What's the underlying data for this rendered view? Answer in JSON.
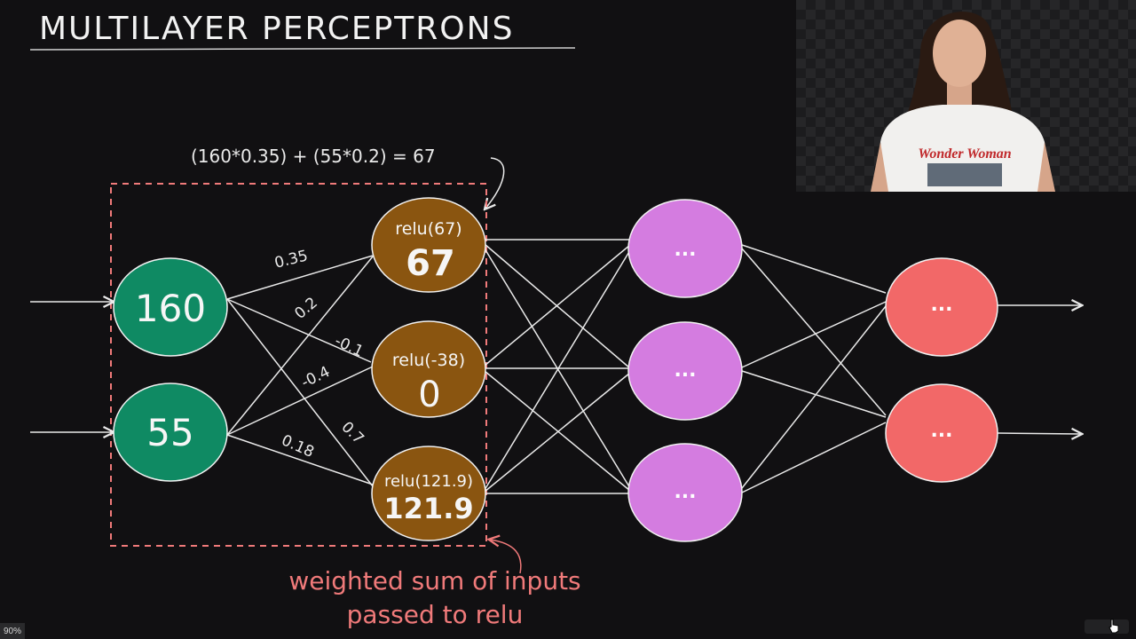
{
  "title": "MULTILAYER PERCEPTRONS",
  "formula": "(160*0.35) + (55*0.2) = 67",
  "caption_line1": "weighted sum of inputs",
  "caption_line2": "passed to relu",
  "inputs": [
    "160",
    "55"
  ],
  "weights": {
    "w_160_top": "0.35",
    "w_55_top": "0.2",
    "w_160_mid": "-0.1",
    "w_55_mid": "-0.4",
    "w_160_bot": "0.7",
    "w_55_bot": "0.18"
  },
  "hidden1": [
    {
      "fn": "relu(67)",
      "value": "67"
    },
    {
      "fn": "relu(-38)",
      "value": "0"
    },
    {
      "fn": "relu(121.9)",
      "value": "121.9"
    }
  ],
  "hidden2": [
    "...",
    "...",
    "..."
  ],
  "outputs": [
    "...",
    "..."
  ],
  "zoom": "90%",
  "colors": {
    "background": "#111012",
    "input_node": "#0f8a63",
    "hidden1_node": "#8a5510",
    "hidden2_node": "#d47ce0",
    "output_node": "#f26868",
    "dashed_box": "#f07a7a",
    "caption": "#f07a7a"
  },
  "presenter_shirt_text": "Wonder Woman"
}
